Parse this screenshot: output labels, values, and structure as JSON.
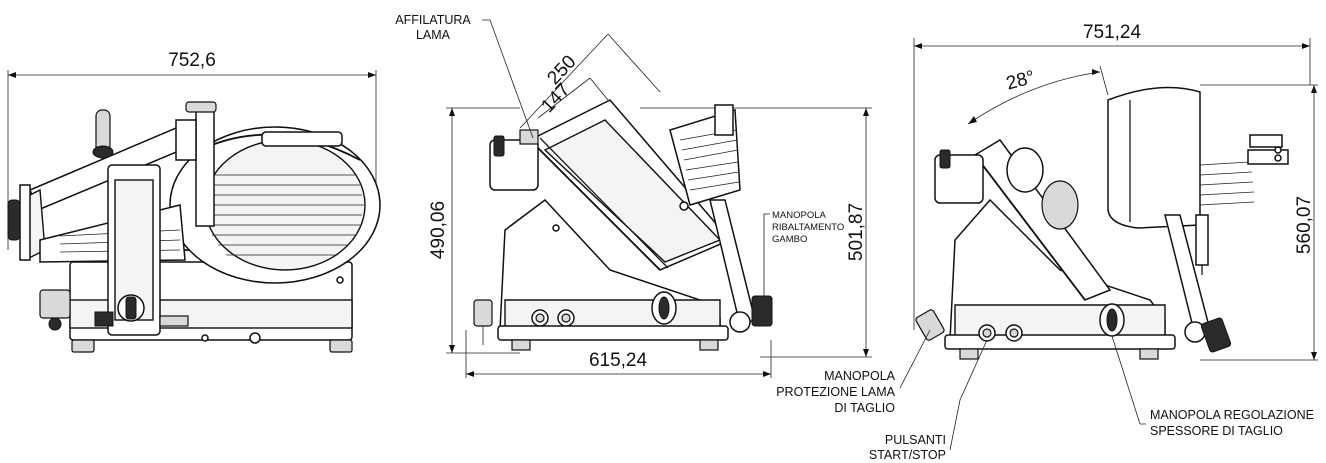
{
  "dimensions": {
    "left_width": "752,6",
    "center_height_left": "490,06",
    "center_height_right": "501,87",
    "center_angled_long": "250",
    "center_angled_short": "147",
    "center_base_width": "615,24",
    "right_width": "751,24",
    "right_angle": "28°",
    "right_height": "560,07"
  },
  "callouts": {
    "affilatura_line1": "AFFILATURA",
    "affilatura_line2": "LAMA",
    "ribaltamento_line1": "MANOPOLA",
    "ribaltamento_line2": "RIBALTAMENTO",
    "ribaltamento_line3": "GAMBO",
    "protezione_line1": "MANOPOLA",
    "protezione_line2": "PROTEZIONE LAMA",
    "protezione_line3": "DI TAGLIO",
    "pulsanti_line1": "PULSANTI",
    "pulsanti_line2": "START/STOP",
    "regolazione_line1": "MANOPOLA REGOLAZIONE",
    "regolazione_line2": "SPESSORE DI TAGLIO"
  }
}
